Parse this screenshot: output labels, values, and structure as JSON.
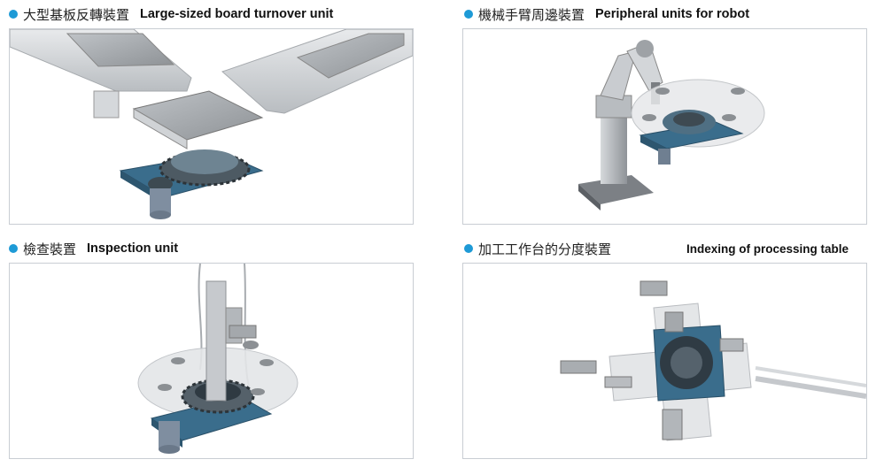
{
  "panels": [
    {
      "zh": "大型基板反轉裝置",
      "en": "Large-sized board turnover unit",
      "image": "board-turnover-illustration"
    },
    {
      "zh": "機械手臂周邊裝置",
      "en": "Peripheral units for robot",
      "image": "robot-peripheral-illustration"
    },
    {
      "zh": "檢查裝置",
      "en": "Inspection unit",
      "image": "inspection-unit-illustration"
    },
    {
      "zh": "加工工作台的分度裝置",
      "en": "Indexing of processing table",
      "image": "indexing-table-illustration"
    }
  ],
  "colors": {
    "bullet": "#1e9ad6",
    "frame_border": "#c9cdd3",
    "base_blue": "#3a6d8c"
  }
}
